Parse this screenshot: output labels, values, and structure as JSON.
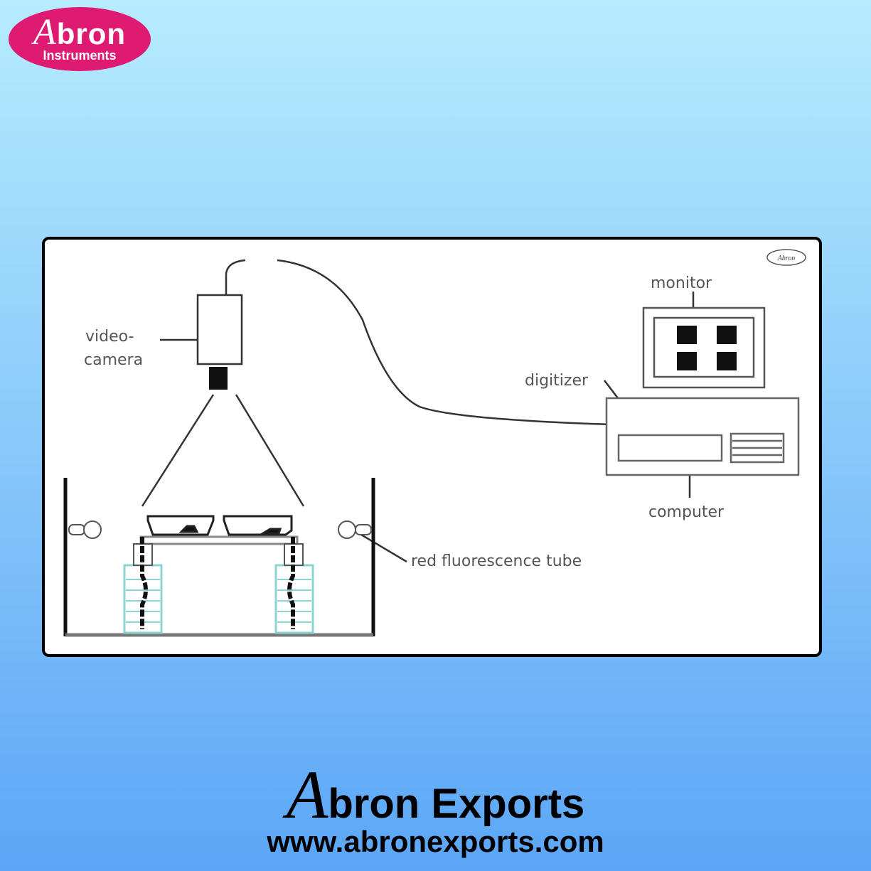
{
  "logo": {
    "initial": "A",
    "rest": "bron",
    "subtitle": "Instruments",
    "color": "#df1a72"
  },
  "diagram": {
    "labels": {
      "video": "video-",
      "camera": "camera",
      "monitor": "monitor",
      "digitizer": "digitizer",
      "computer": "computer",
      "tube": "red fluorescence tube"
    },
    "watermark": "Abron"
  },
  "footer": {
    "initial": "A",
    "name": "bron Exports",
    "website": "www.abronexports.com"
  }
}
